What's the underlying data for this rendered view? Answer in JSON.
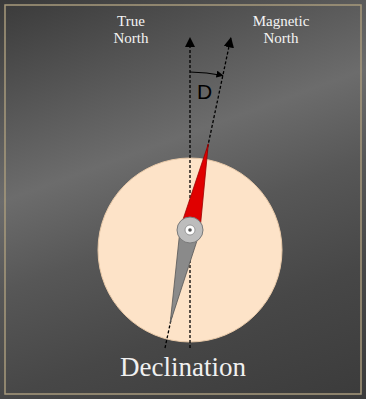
{
  "diagram": {
    "caption": "Declination",
    "labels": [
      "True North",
      "Magnetic North",
      "D"
    ]
  }
}
